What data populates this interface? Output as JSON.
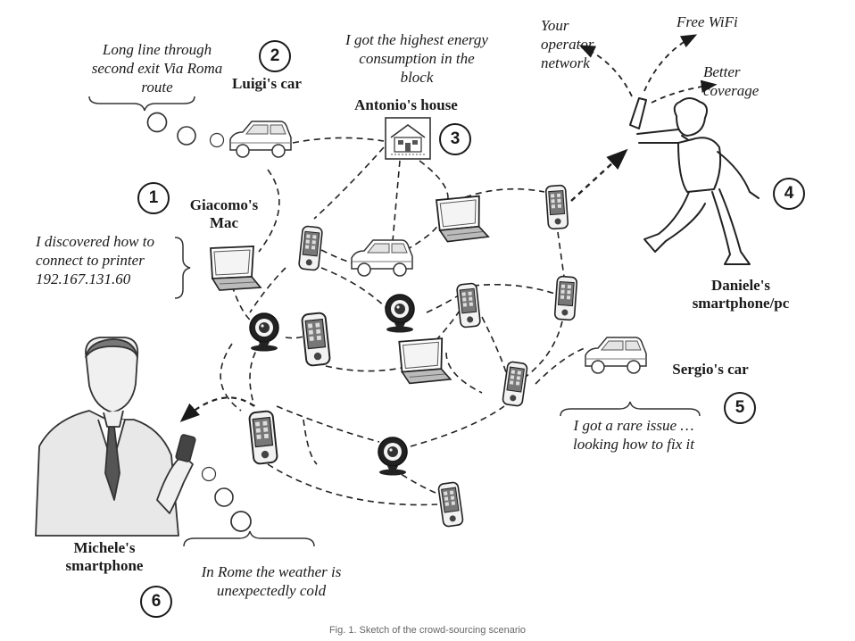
{
  "nodes": {
    "giacomo": {
      "number": "1",
      "name": "Giacomo's Mac",
      "note": "I discovered how to connect to printer 192.167.131.60"
    },
    "luigi": {
      "number": "2",
      "name": "Luigi's car",
      "note": "Long line through second exit Via Roma route"
    },
    "antonio": {
      "number": "3",
      "name": "Antonio's house",
      "note": "I got the highest energy consumption in the block"
    },
    "daniele": {
      "number": "4",
      "name": "Daniele's smartphone/pc",
      "note": ""
    },
    "sergio": {
      "number": "5",
      "name": "Sergio's car",
      "note": "I got a rare issue … looking how to fix it"
    },
    "michele": {
      "number": "6",
      "name": "Michele's smartphone",
      "note": "In Rome the weather is unexpectedly cold"
    }
  },
  "connectivity": {
    "operator": "Your operator network",
    "wifi": "Free WiFi",
    "coverage": "Better coverage"
  },
  "caption": "Fig. 1. Sketch of the crowd-sourcing scenario"
}
